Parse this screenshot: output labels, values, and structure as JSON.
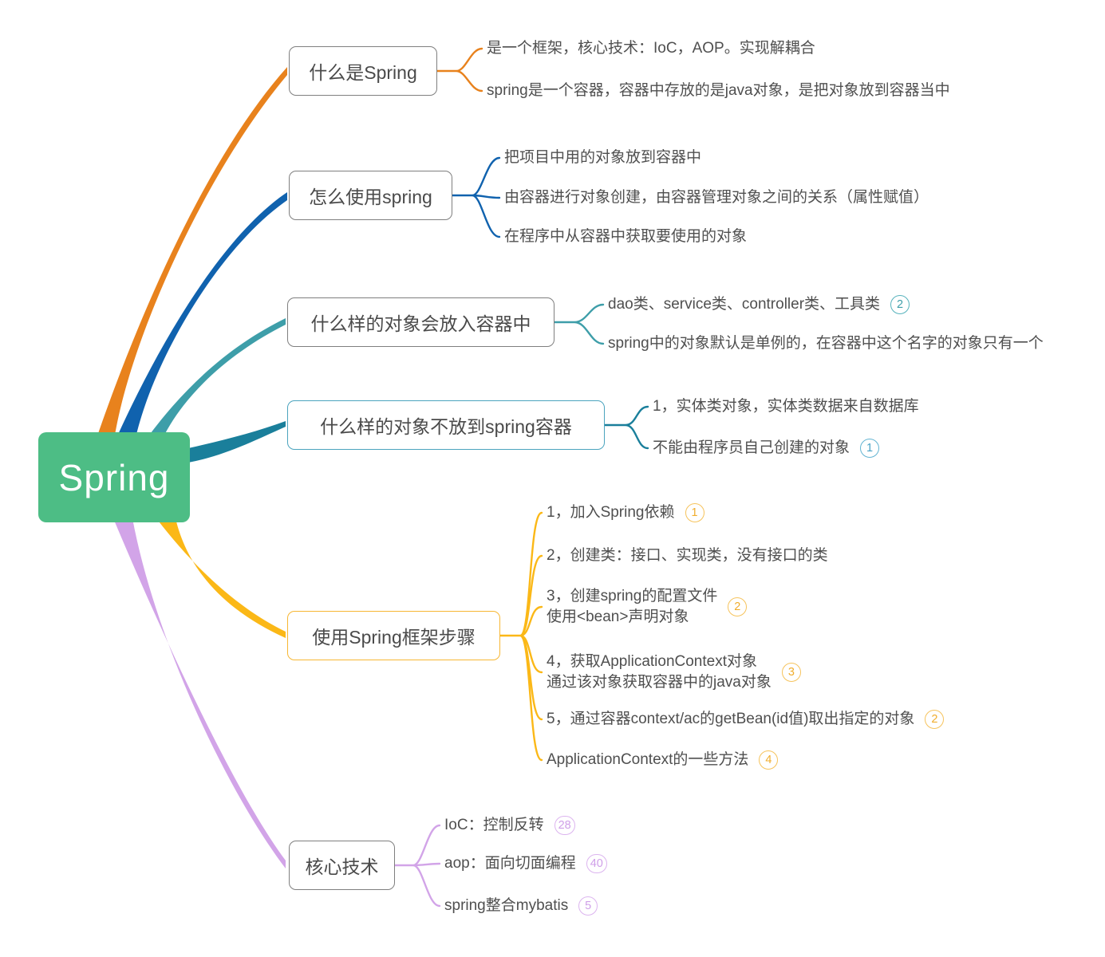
{
  "root": {
    "label": "Spring",
    "color": "#4dbd85"
  },
  "branches": [
    {
      "label": "什么是Spring",
      "color": "#e8821d",
      "children": [
        {
          "text": "是一个框架，核心技术：IoC，AOP。实现解耦合"
        },
        {
          "text": "spring是一个容器，容器中存放的是java对象，是把对象放到容器当中"
        }
      ]
    },
    {
      "label": "怎么使用spring",
      "color": "#1062ae",
      "children": [
        {
          "text": "把项目中用的对象放到容器中"
        },
        {
          "text": "由容器进行对象创建，由容器管理对象之间的关系（属性赋值）"
        },
        {
          "text": "在程序中从容器中获取要使用的对象"
        }
      ]
    },
    {
      "label": "什么样的对象会放入容器中",
      "color": "#3e9ea9",
      "badge_color": "#3e9ea9",
      "children": [
        {
          "text": "dao类、service类、controller类、工具类",
          "badge": "2"
        },
        {
          "text": "spring中的对象默认是单例的，在容器中这个名字的对象只有一个"
        }
      ]
    },
    {
      "label": "什么样的对象不放到spring容器",
      "color": "#1a7f9b",
      "border_color": "#4ba4be",
      "badge_color": "#4aa3c6",
      "children": [
        {
          "text": "1，实体类对象，实体类数据来自数据库"
        },
        {
          "text": "不能由程序员自己创建的对象",
          "badge": "1"
        }
      ]
    },
    {
      "label": "使用Spring框架步骤",
      "color": "#fbb817",
      "border_color": "#f7b733",
      "badge_color": "#f0ad2d",
      "children": [
        {
          "text": "1，加入Spring依赖",
          "badge": "1"
        },
        {
          "text": "2，创建类：接口、实现类，没有接口的类"
        },
        {
          "text": "3，创建spring的配置文件\n使用<bean>声明对象",
          "badge": "2"
        },
        {
          "text": "4，获取ApplicationContext对象\n通过该对象获取容器中的java对象",
          "badge": "3"
        },
        {
          "text": "5，通过容器context/ac的getBean(id值)取出指定的对象",
          "badge": "2"
        },
        {
          "text": "ApplicationContext的一些方法",
          "badge": "4"
        }
      ]
    },
    {
      "label": "核心技术",
      "color": "#d2a4e8",
      "badge_color": "#cf9fe8",
      "children": [
        {
          "text": "IoC：控制反转",
          "badge": "28"
        },
        {
          "text": "aop：面向切面编程",
          "badge": "40"
        },
        {
          "text": "spring整合mybatis",
          "badge": "5"
        }
      ]
    }
  ]
}
